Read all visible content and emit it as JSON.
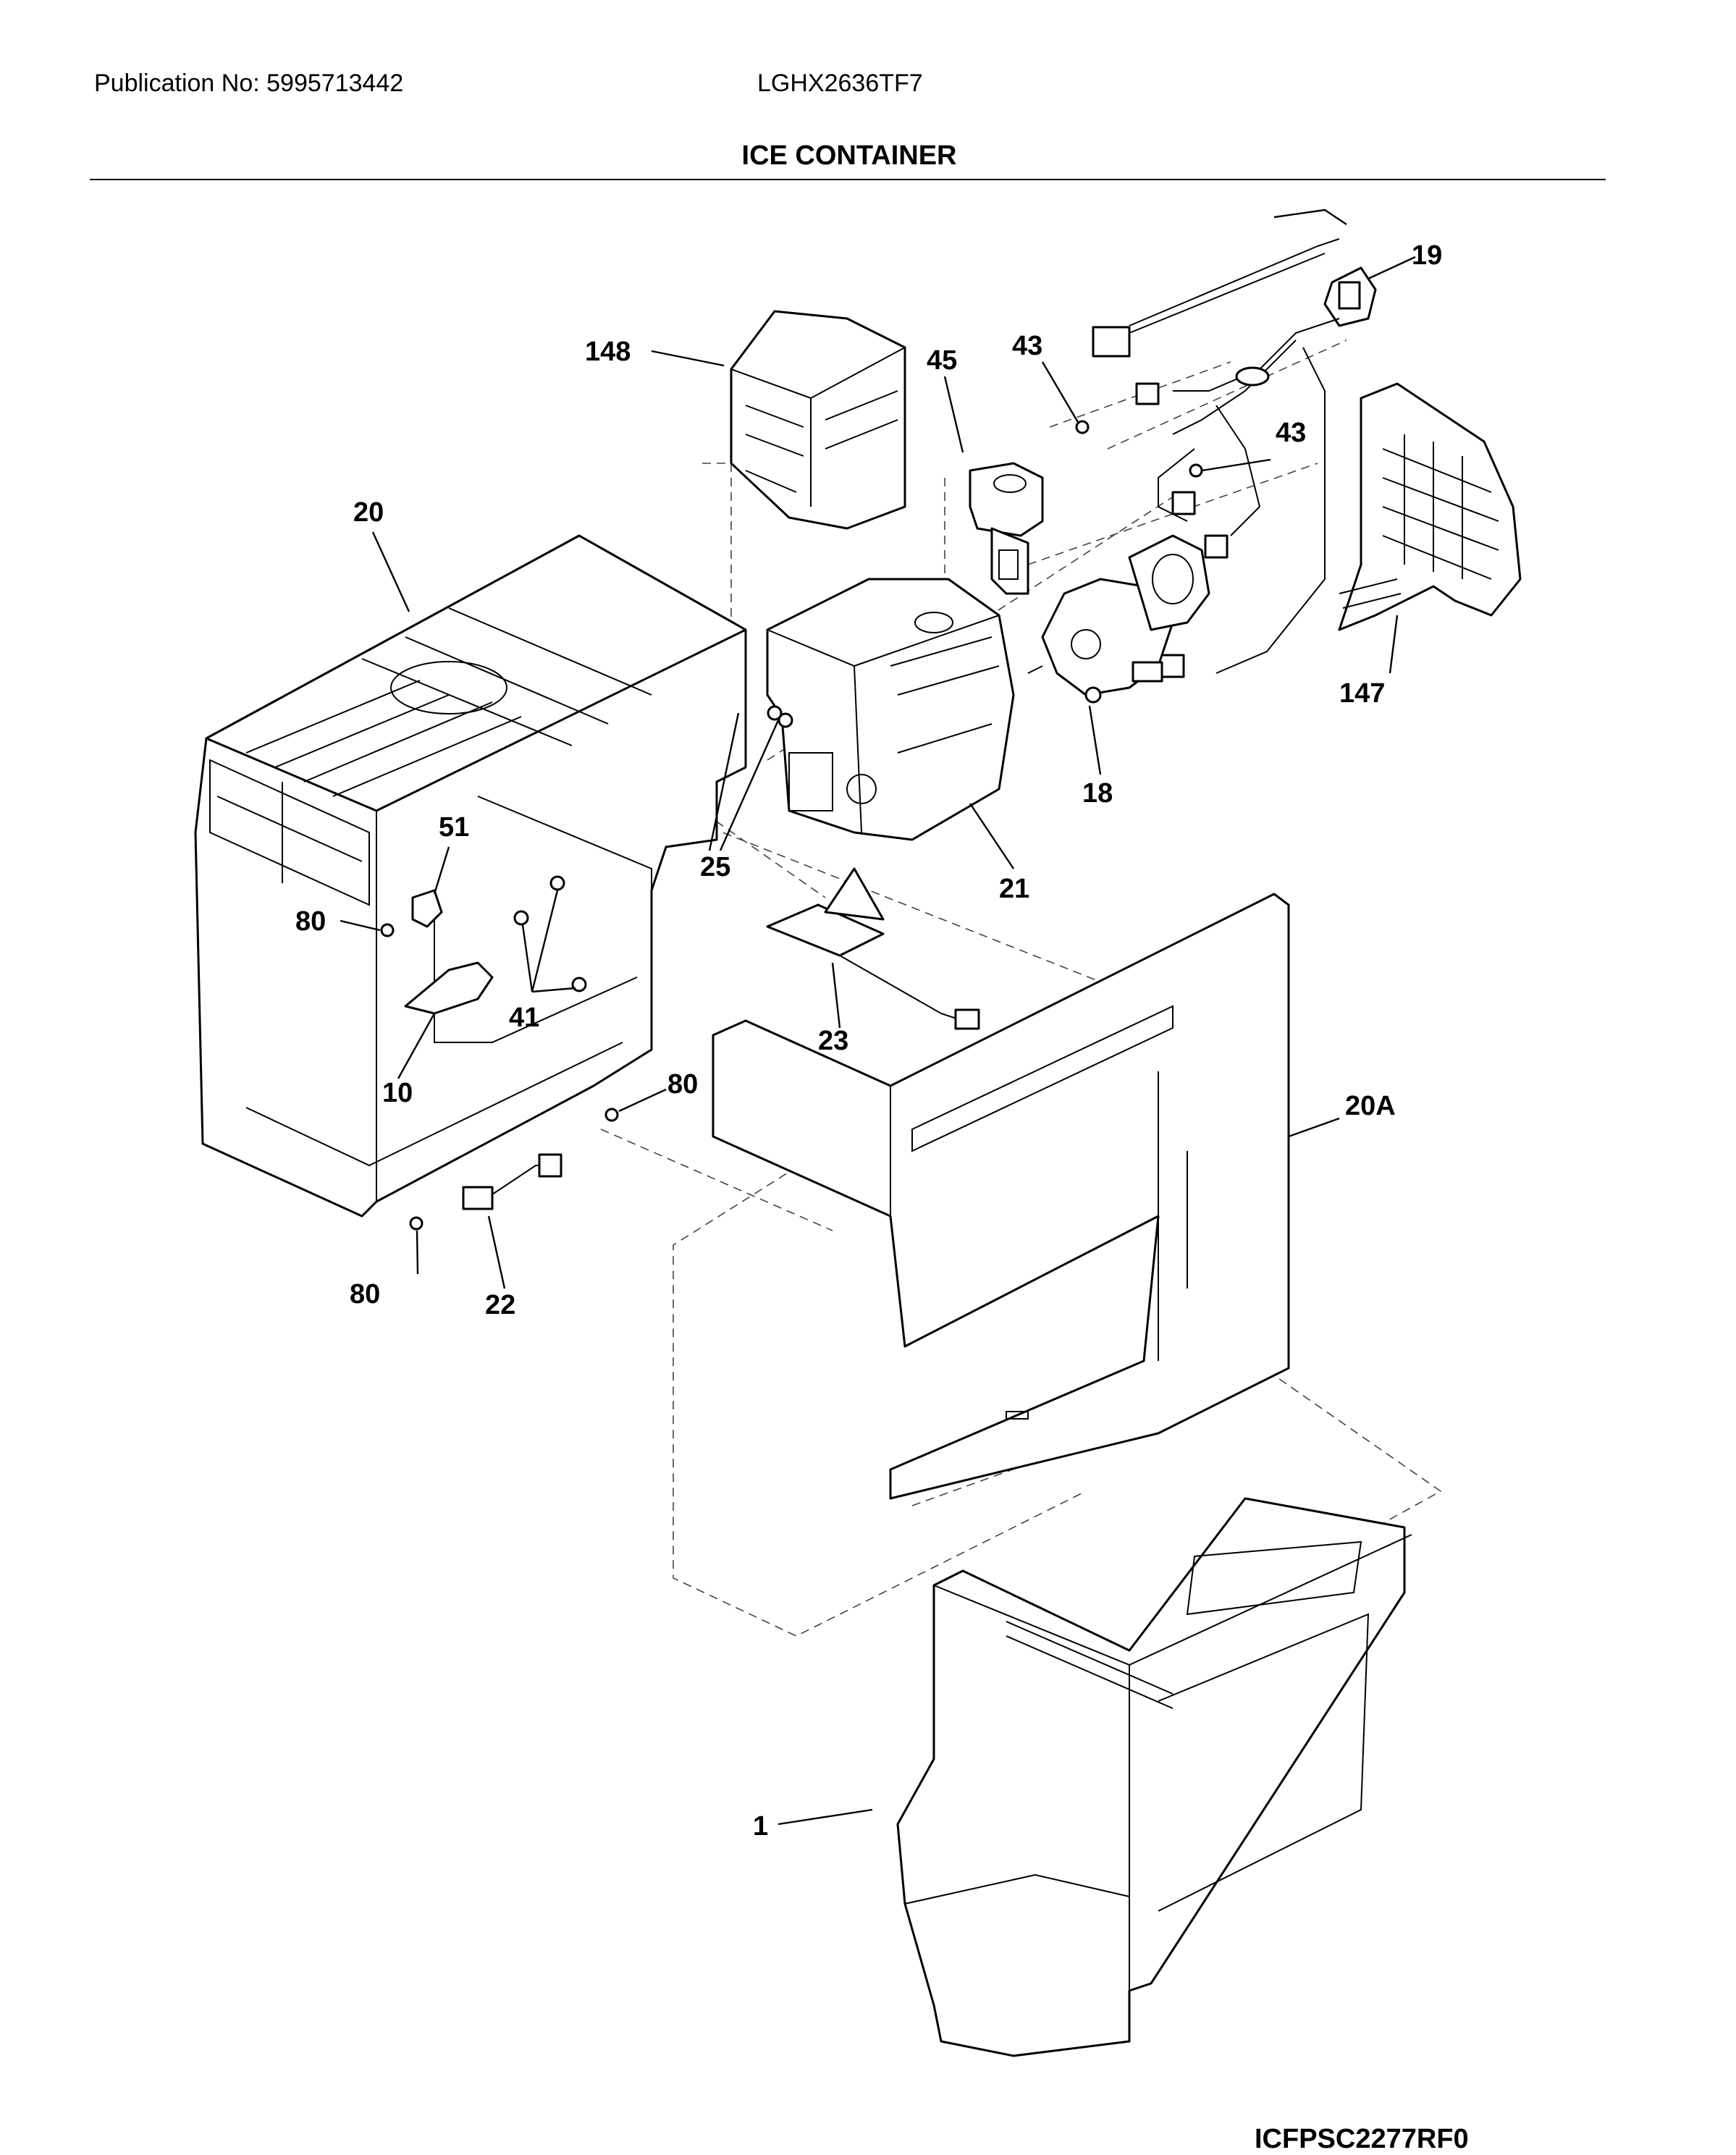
{
  "header": {
    "publication": "Publication No: 5995713442",
    "model": "LGHX2636TF7",
    "title": "ICE CONTAINER"
  },
  "diagram_code": "ICFPSC2277RF0",
  "callouts": [
    {
      "id": "c148",
      "label": "148"
    },
    {
      "id": "c45",
      "label": "45"
    },
    {
      "id": "c43a",
      "label": "43"
    },
    {
      "id": "c43b",
      "label": "43"
    },
    {
      "id": "c19",
      "label": "19"
    },
    {
      "id": "c20",
      "label": "20"
    },
    {
      "id": "c147",
      "label": "147"
    },
    {
      "id": "c18",
      "label": "18"
    },
    {
      "id": "c25",
      "label": "25"
    },
    {
      "id": "c21",
      "label": "21"
    },
    {
      "id": "c51",
      "label": "51"
    },
    {
      "id": "c80a",
      "label": "80"
    },
    {
      "id": "c41",
      "label": "41"
    },
    {
      "id": "c23",
      "label": "23"
    },
    {
      "id": "c10",
      "label": "10"
    },
    {
      "id": "c80b",
      "label": "80"
    },
    {
      "id": "c20A",
      "label": "20A"
    },
    {
      "id": "c80c",
      "label": "80"
    },
    {
      "id": "c22",
      "label": "22"
    },
    {
      "id": "c1",
      "label": "1"
    }
  ]
}
